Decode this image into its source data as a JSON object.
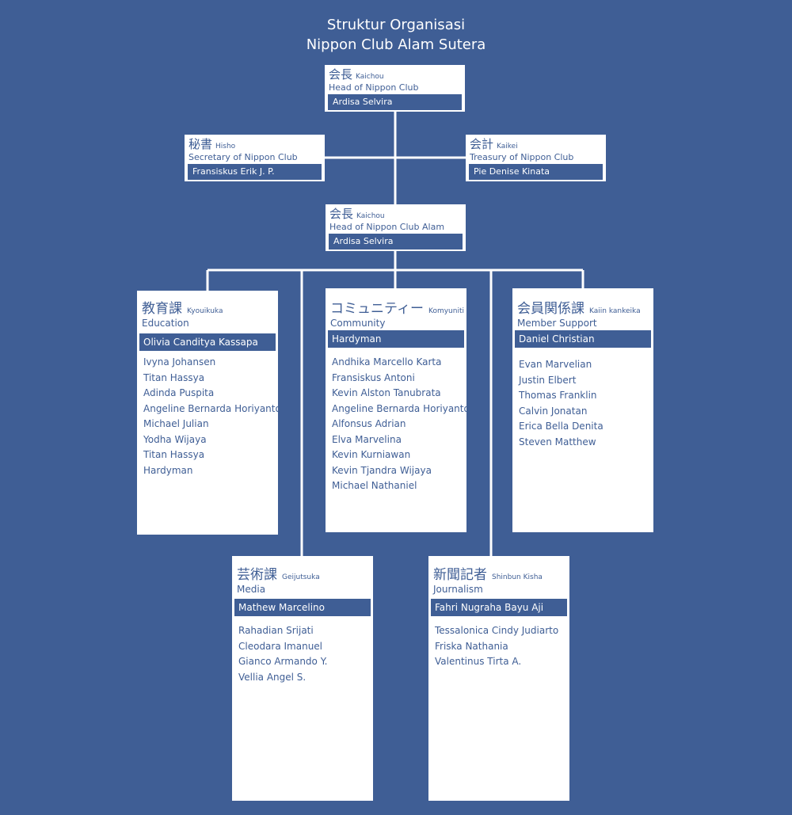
{
  "title": {
    "line1": "Struktur Organisasi",
    "line2": "Nippon Club Alam Sutera"
  },
  "positions": {
    "head_top": {
      "jp": "会長",
      "romaji": "Kaichou",
      "en": "Head of Nippon Club",
      "name": "Ardisa Selvira"
    },
    "secretary": {
      "jp": "秘書",
      "romaji": "Hisho",
      "en": "Secretary of Nippon Club",
      "name": "Fransiskus Erik J. P."
    },
    "treasury": {
      "jp": "会計",
      "romaji": "Kaikei",
      "en": "Treasury of Nippon Club",
      "name": "Pie Denise Kinata"
    },
    "head_branch": {
      "jp": "会長",
      "romaji": "Kaichou",
      "en": "Head of Nippon Club Alam Sutera",
      "name": "Ardisa Selvira"
    }
  },
  "divisions": {
    "education": {
      "jp": "教育課",
      "romaji": "Kyouikuka",
      "en": "Education",
      "leader": "Olivia Canditya Kassapa",
      "members": [
        "Ivyna Johansen",
        "Titan Hassya",
        "Adinda Puspita",
        "Angeline Bernarda Horiyanto",
        "Michael Julian",
        "Yodha Wijaya",
        "Titan Hassya",
        "Hardyman"
      ]
    },
    "community": {
      "jp": "コミュニティー",
      "romaji": "Komyuniti",
      "en": "Community",
      "leader": "Hardyman",
      "members": [
        "Andhika Marcello Karta",
        "Fransiskus Antoni",
        "Kevin Alston Tanubrata",
        "Angeline Bernarda Horiyanto",
        "Alfonsus Adrian",
        "Elva Marvelina",
        "Kevin Kurniawan",
        "Kevin Tjandra Wijaya",
        "Michael Nathaniel"
      ]
    },
    "member_support": {
      "jp": "会員関係課",
      "romaji": "Kaiin kankeika",
      "en": "Member Support",
      "leader": "Daniel Christian",
      "members": [
        "Evan Marvelian",
        "Justin Elbert",
        "Thomas Franklin",
        "Calvin Jonatan",
        "Erica Bella Denita",
        "Steven Matthew"
      ]
    },
    "media": {
      "jp": "芸術課",
      "romaji": "Geijutsuka",
      "en": "Media",
      "leader": "Mathew Marcelino",
      "members": [
        "Rahadian Srijati",
        "Cleodara Imanuel",
        "Gianco Armando Y.",
        "Vellia Angel S."
      ]
    },
    "journalism": {
      "jp": "新聞記者",
      "romaji": "Shinbun Kisha",
      "en": "Journalism",
      "leader": "Fahri Nugraha Bayu Aji",
      "members": [
        "Tessalonica Cindy Judiarto",
        "Friska Nathania",
        "Valentinus Tirta A."
      ]
    }
  }
}
